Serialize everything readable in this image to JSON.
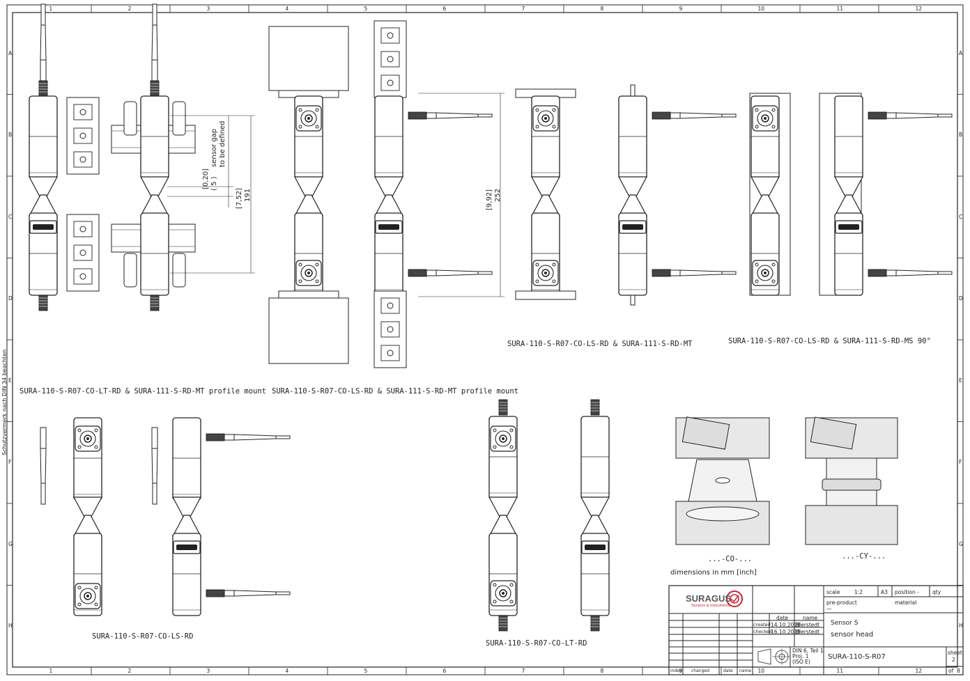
{
  "border": {
    "columns": [
      "1",
      "2",
      "3",
      "4",
      "5",
      "6",
      "7",
      "8",
      "9",
      "10",
      "11",
      "12"
    ],
    "rows": [
      "A",
      "B",
      "C",
      "D",
      "E",
      "F",
      "G",
      "H"
    ],
    "side_note": "Schutzvermerk nach DIN 34 beachten"
  },
  "views": {
    "v1_caption": "SURA-110-S-R07-CO-LT-RD & SURA-111-S-RD-MT profile mount",
    "v2_caption": "SURA-110-S-R07-CO-LS-RD & SURA-111-S-RD-MT profile mount",
    "v3_caption": "SURA-110-S-R07-CO-LS-RD & SURA-111-S-RD-MT",
    "v4_caption": "SURA-110-S-R07-CO-LS-RD & SURA-111-S-RD-MS 90°",
    "v5_caption": "SURA-110-S-R07-CO-LS-RD",
    "v6_caption": "SURA-110-S-R07-CO-LT-RD",
    "detail_co": "...-CO-...",
    "detail_cy": "...-CY-...",
    "units_note": "dimensions in mm [inch]"
  },
  "dimensions": {
    "gap_inch": "[0,20]",
    "gap_mm": "( 5 )",
    "gap_note1": "sensor gap",
    "gap_note2": "to be defined",
    "h1_inch": "[7,52]",
    "h1_mm": "191",
    "h2_inch": "[9,92]",
    "h2_mm": "252"
  },
  "title_block": {
    "logo": "SURAGUS",
    "logo_sub": "Sensors & Instruments",
    "scale_label": "scale",
    "scale": "1:2",
    "format": "A3",
    "position_label": "position",
    "position": "-",
    "qty_label": "qty",
    "pre_product_label": "pre-product",
    "material_label": "material",
    "pre_product_value": "—",
    "date_label": "date",
    "name_label": "name",
    "created_label": "created",
    "created_date": "14.10.2018",
    "created_name": "Bierstedt",
    "checked_label": "checked",
    "checked_date": "16.10.2018",
    "checked_name": "Bierstedt",
    "title1": "Sensor S",
    "title2": "sensor head",
    "standard": "DIN 6, Teil 1\nProj. 1\n(ISO E)",
    "drawing_no": "SURA-110-S-R07",
    "sheet_label": "sheet",
    "sheet": "2",
    "of_label": "of",
    "of": "8",
    "index_label": "index",
    "changed_label": "changed",
    "date2_label": "date",
    "name2_label": "name"
  }
}
